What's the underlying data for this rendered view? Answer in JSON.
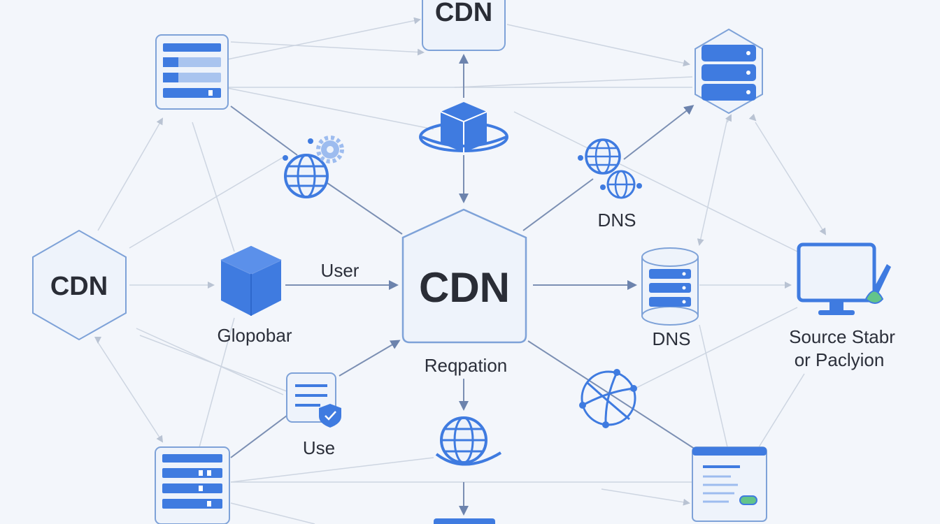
{
  "labels": {
    "cdn_top": "CDN",
    "cdn_left": "CDN",
    "cdn_center": "CDN",
    "dns_upper": "DNS",
    "dns_mid": "DNS",
    "user": "User",
    "globobar": "Glopobar",
    "reqpation": "Reqpation",
    "use": "Use",
    "source_line1": "Source Stabr",
    "source_line2": "or Paclyion"
  },
  "colors": {
    "background": "#f3f6fb",
    "card_fill": "#eef3fb",
    "card_stroke": "#7ea2d8",
    "icon_blue": "#3f7be0",
    "icon_light": "#9dbcef",
    "edge_light": "#c8d1de",
    "edge_dark": "#7b8fb3",
    "accent_green": "#63c48a"
  }
}
